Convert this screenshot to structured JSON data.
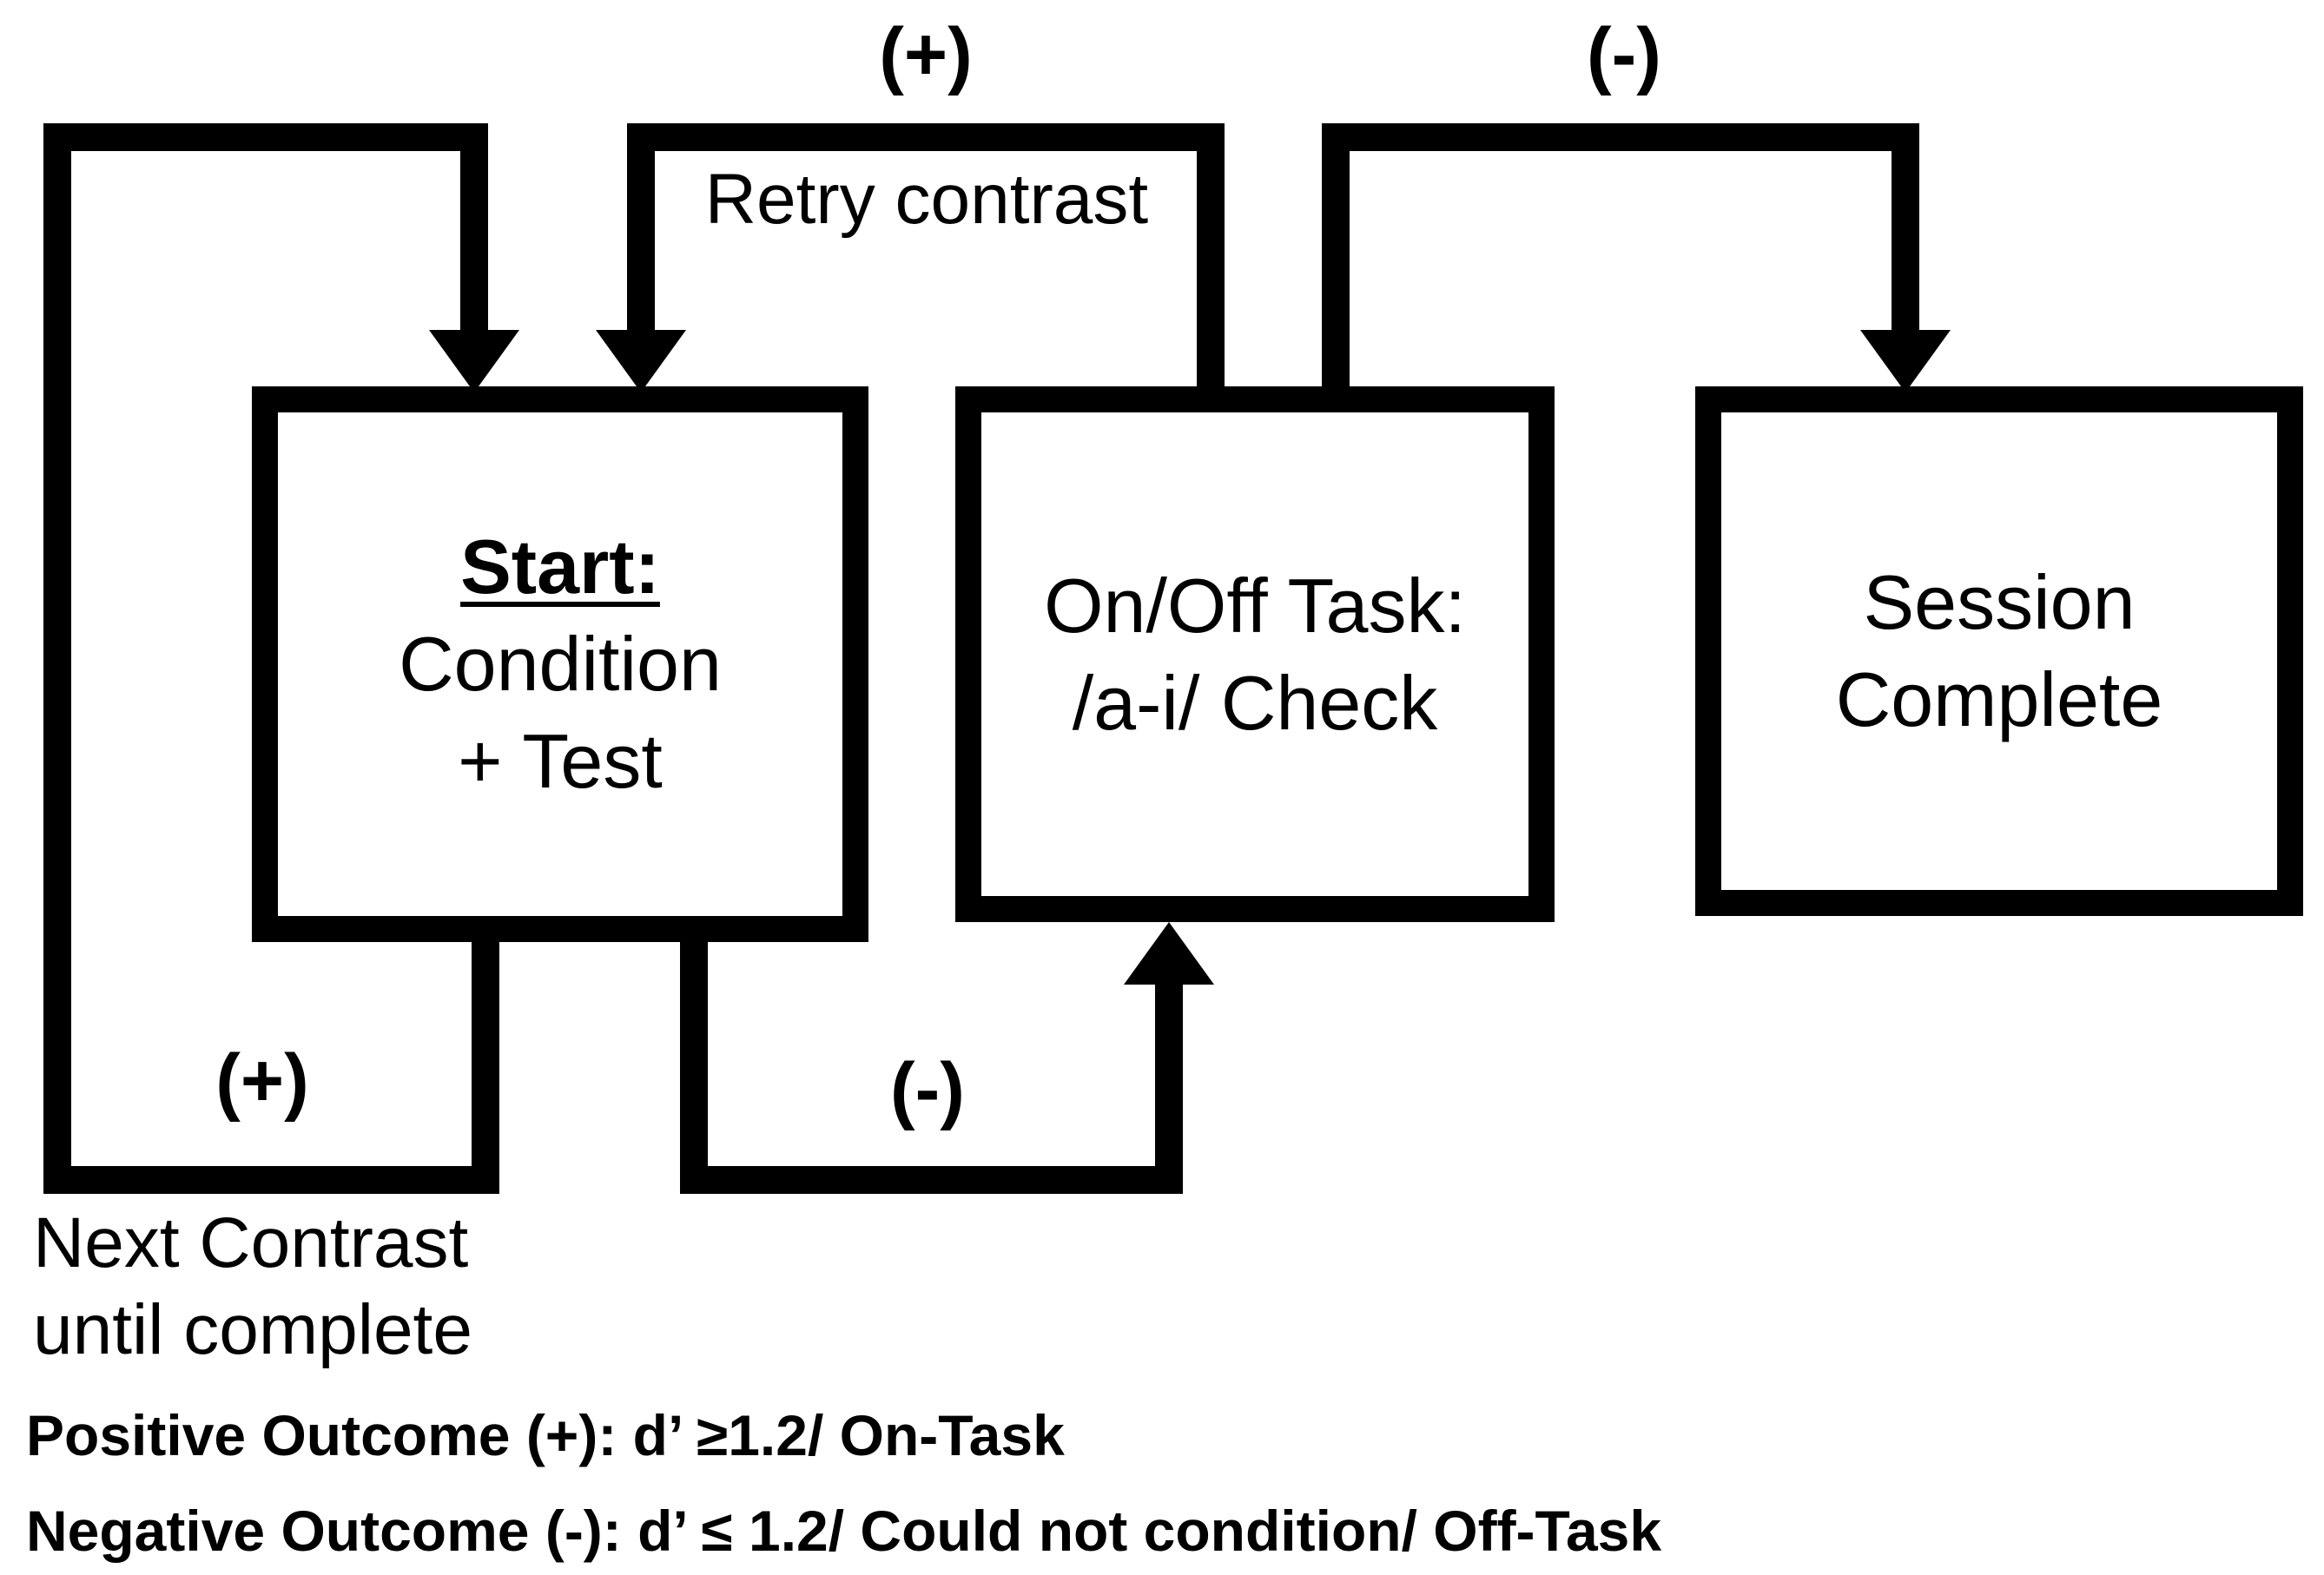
{
  "diagram": {
    "boxes": {
      "start": {
        "title": "Start:",
        "line2": "Condition",
        "line3": "+ Test"
      },
      "task": {
        "line1": "On/Off Task:",
        "line2": "/a-i/ Check"
      },
      "session": {
        "line1": "Session",
        "line2": "Complete"
      }
    },
    "labels": {
      "retry_sign": "(+)",
      "retry_caption": "Retry contrast",
      "session_sign": "(-)",
      "next_sign": "(+)",
      "next_caption_line1": "Next Contrast",
      "next_caption_line2": "until complete",
      "task_sign": "(-)"
    },
    "legend": {
      "positive": "Positive Outcome (+): d’ ≥1.2/ On-Task",
      "negative": "Negative Outcome (-): d’ ≤ 1.2/ Could not condition/ Off-Task"
    },
    "colors": {
      "line": "#000000",
      "background": "#ffffff",
      "text": "#000000"
    }
  }
}
